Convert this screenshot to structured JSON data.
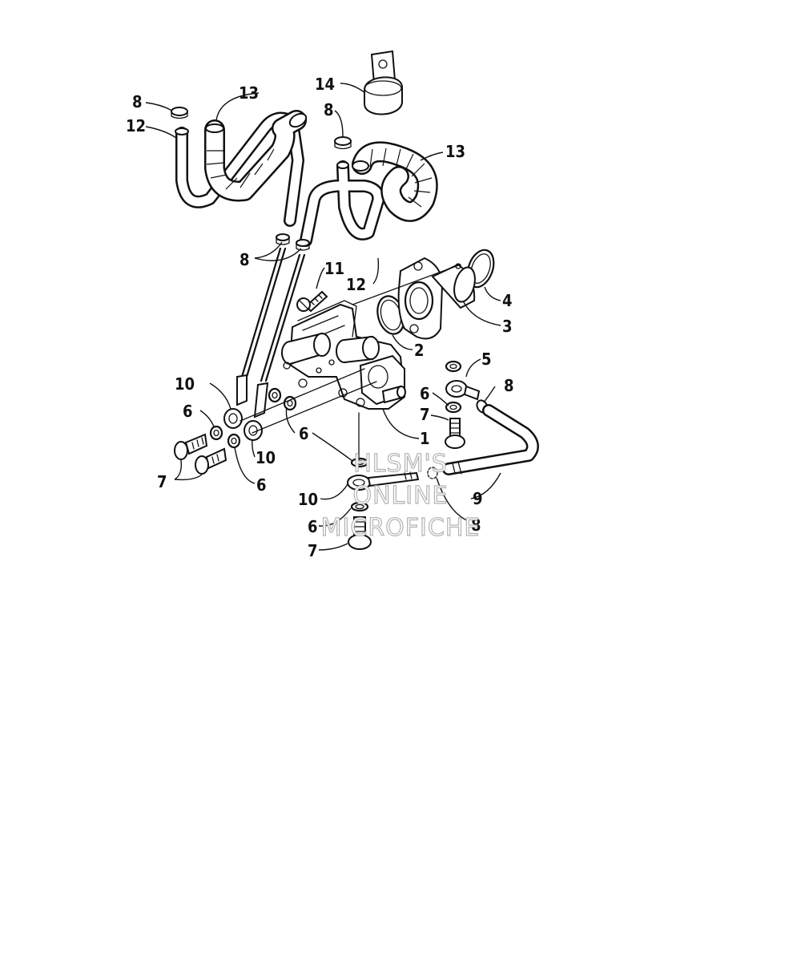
{
  "callouts": {
    "c1": "1",
    "c2": "2",
    "c3": "3",
    "c4": "4",
    "c5": "5",
    "c6a": "6",
    "c6b": "6",
    "c6c": "6",
    "c6d": "6",
    "c6e": "6",
    "c7a": "7",
    "c7b": "7",
    "c7c": "7",
    "c8a": "8",
    "c8b": "8",
    "c8c": "8",
    "c8d": "8",
    "c8e": "8",
    "c9": "9",
    "c10a": "10",
    "c10b": "10",
    "c10c": "10",
    "c11": "11",
    "c12a": "12",
    "c12b": "12",
    "c13a": "13",
    "c13b": "13",
    "c14": "14"
  },
  "watermark": {
    "line1": "HLSM'S",
    "line2": "ONLINE",
    "line3": "MICROFICHE"
  }
}
